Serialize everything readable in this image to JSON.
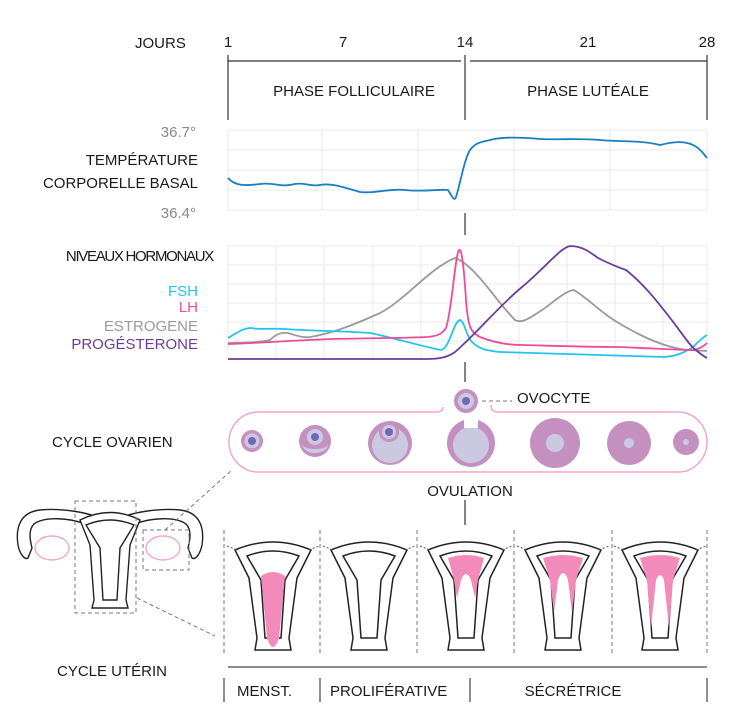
{
  "axis": {
    "label": "JOURS",
    "ticks": [
      "1",
      "7",
      "14",
      "21",
      "28"
    ]
  },
  "phases": [
    "PHASE FOLLICULAIRE",
    "PHASE LUTÉALE"
  ],
  "temperature": {
    "label_line1": "TEMPÉRATURE",
    "label_line2": "CORPORELLE BASAL",
    "max": "36.7°",
    "min": "36.4°",
    "color": "#1a7fc0"
  },
  "hormones": {
    "title": "NIVEAUX HORMONAUX",
    "series": [
      {
        "name": "FSH",
        "color": "#22c4ee"
      },
      {
        "name": "LH",
        "color": "#ee4b9a"
      },
      {
        "name": "ESTROGENE",
        "color": "#9a9a9a"
      },
      {
        "name": "PROGÉSTERONE",
        "color": "#6a3d9a"
      }
    ]
  },
  "ovarian": {
    "label": "CYCLE OVARIEN",
    "ovocyte": "OVOCYTE",
    "ovulation": "OVULATION",
    "accent": "#f4a6c8",
    "follicle": "#c390c0",
    "inner": "#cbc8e2",
    "nucleus": "#7367b5"
  },
  "uterine": {
    "label": "CYCLE UTÉRIN",
    "phases": [
      "MENST.",
      "PROLIFÉRATIVE",
      "SÉCRÉTRICE"
    ],
    "endometrium": "#f28bb9"
  }
}
